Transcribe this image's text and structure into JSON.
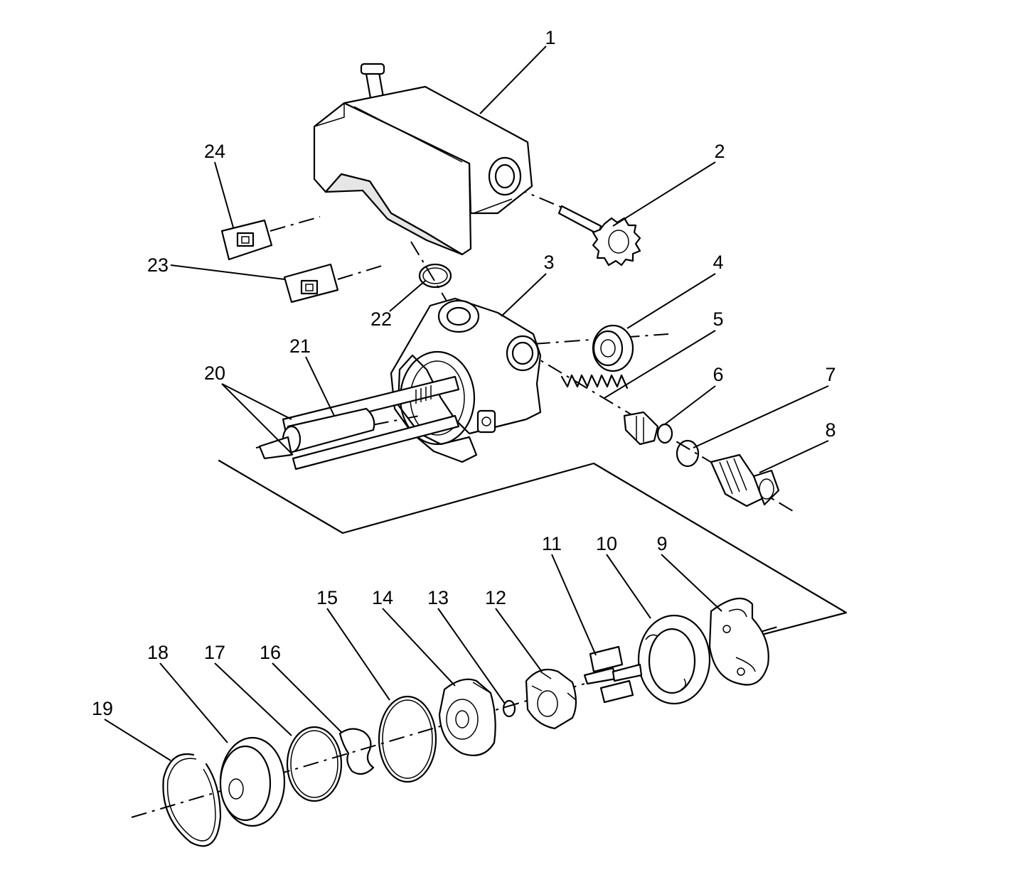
{
  "callouts": [
    "1",
    "2",
    "3",
    "4",
    "5",
    "6",
    "7",
    "8",
    "9",
    "10",
    "11",
    "12",
    "13",
    "14",
    "15",
    "16",
    "17",
    "18",
    "19",
    "20",
    "21",
    "22",
    "23",
    "24"
  ],
  "colors": {
    "line": "#000000",
    "background": "#ffffff",
    "fill": "#ffffff"
  }
}
